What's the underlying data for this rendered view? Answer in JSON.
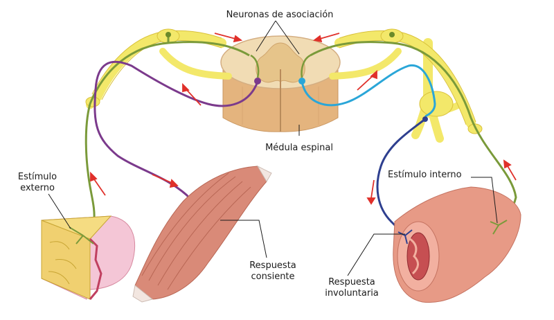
{
  "labels": {
    "association_neurons": "Neuronas de asociación",
    "spinal_cord": "Médula espinal",
    "external_stimulus_line1": "Estímulo",
    "external_stimulus_line2": "externo",
    "internal_stimulus": "Estímulo interno",
    "conscious_response_line1": "Respuesta",
    "conscious_response_line2": "consiente",
    "involuntary_response_line1": "Respuesta",
    "involuntary_response_line2": "involuntaria"
  },
  "colors": {
    "nerve_yellow": "#f3e86a",
    "sensory_green": "#7a9a3a",
    "motor_purple": "#7b3a8c",
    "autonomic_blue": "#2e3f8f",
    "autonomic_cyan": "#2aa6d8",
    "arrow_red": "#e0302a",
    "muscle": "#d98a78",
    "intestine": "#e79a86",
    "skin": "#f0d070",
    "cord": "#f1d3a8"
  }
}
